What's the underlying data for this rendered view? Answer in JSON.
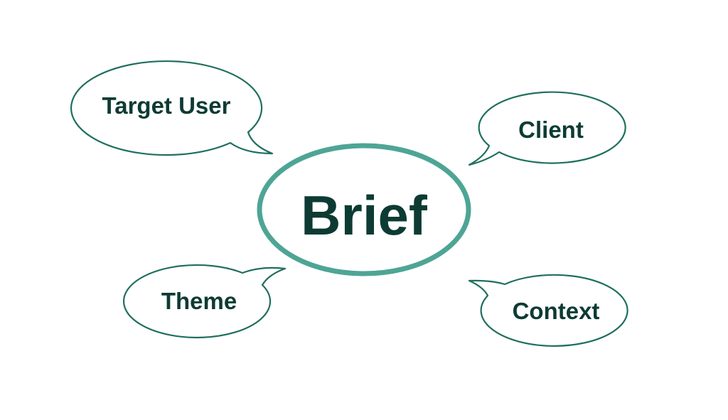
{
  "center": {
    "label": "Brief"
  },
  "bubbles": {
    "target_user": "Target User",
    "client": "Client",
    "theme": "Theme",
    "context": "Context"
  },
  "colors": {
    "outline": "#1f6f5f",
    "center_outline": "#4ea595",
    "text": "#0d3b33",
    "background": "#ffffff"
  }
}
